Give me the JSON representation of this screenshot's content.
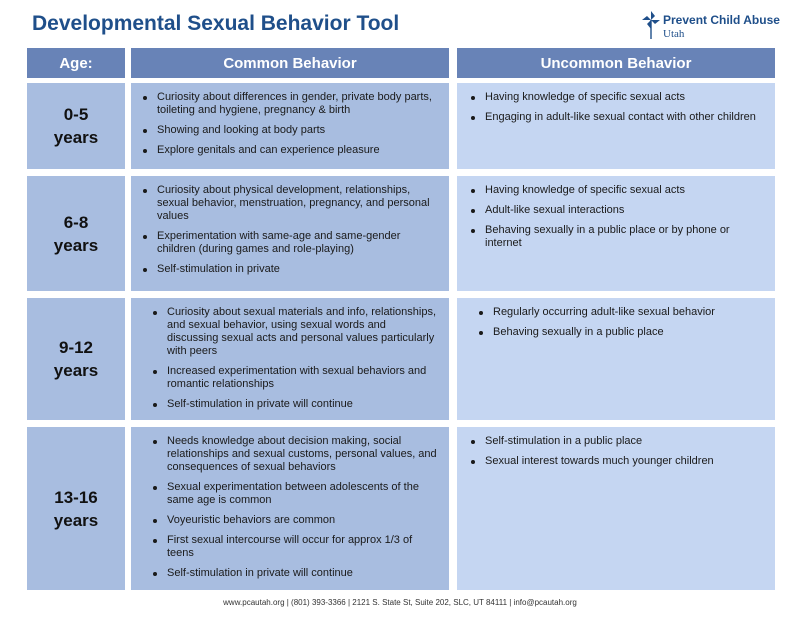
{
  "title": "Developmental Sexual Behavior Tool",
  "logo": {
    "name": "Prevent Child Abuse",
    "sub": "Utah",
    "icon": "pinwheel-icon"
  },
  "headers": {
    "age": "Age:",
    "common": "Common Behavior",
    "uncommon": "Uncommon Behavior"
  },
  "rows": [
    {
      "age_line1": "0-5",
      "age_line2": "years",
      "common": [
        "Curiosity about differences in gender, private body parts, toileting and hygiene, pregnancy & birth",
        "Showing and looking at body parts",
        "Explore genitals and can experience pleasure"
      ],
      "uncommon": [
        "Having knowledge of specific sexual acts",
        "Engaging in adult-like sexual contact with other children"
      ]
    },
    {
      "age_line1": "6-8",
      "age_line2": "years",
      "common": [
        "Curiosity about physical development, relationships, sexual behavior, menstruation, pregnancy, and personal values",
        "Experimentation with same-age and same-gender children (during games and role-playing)",
        "Self-stimulation in private"
      ],
      "uncommon": [
        "Having knowledge of specific sexual acts",
        "Adult-like sexual interactions",
        "Behaving sexually in a public place or by phone or internet"
      ]
    },
    {
      "age_line1": "9-12",
      "age_line2": "years",
      "common": [
        "Curiosity about sexual materials and info, relationships, and sexual behavior, using sexual words and discussing sexual acts and personal values particularly with peers",
        "Increased experimentation with sexual behaviors and romantic relationships",
        "Self-stimulation in private will continue"
      ],
      "uncommon": [
        "Regularly occurring adult-like sexual behavior",
        "Behaving sexually in a public place"
      ]
    },
    {
      "age_line1": "13-16",
      "age_line2": "years",
      "common": [
        "Needs knowledge about decision making, social relationships and sexual customs, personal values, and consequences of sexual behaviors",
        "Sexual experimentation between adolescents of the same age is common",
        "Voyeuristic behaviors are common",
        "First sexual intercourse will occur for approx 1/3 of teens",
        "Self-stimulation in private will continue"
      ],
      "uncommon": [
        "Self-stimulation in a public place",
        "Sexual interest towards much younger children"
      ]
    }
  ],
  "footer": "www.pcautah.org | (801) 393-3366 | 2121 S. State St, Suite 202, SLC, UT 84111 | info@pcautah.org"
}
